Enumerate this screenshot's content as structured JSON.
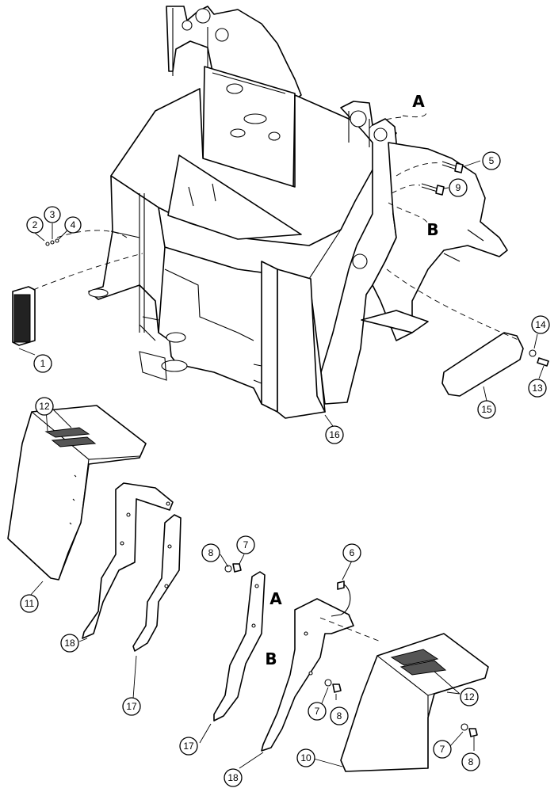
{
  "callouts": {
    "c1": "1",
    "c2": "2",
    "c3": "3",
    "c4": "4",
    "c5": "5",
    "c6": "6",
    "c7": "7",
    "c8": "8",
    "c9": "9",
    "c10": "10",
    "c11": "11",
    "c12": "12",
    "c13": "13",
    "c14": "14",
    "c15": "15",
    "c16": "16",
    "c17": "17",
    "c18": "18"
  },
  "refs": {
    "a": "A",
    "b": "B"
  }
}
